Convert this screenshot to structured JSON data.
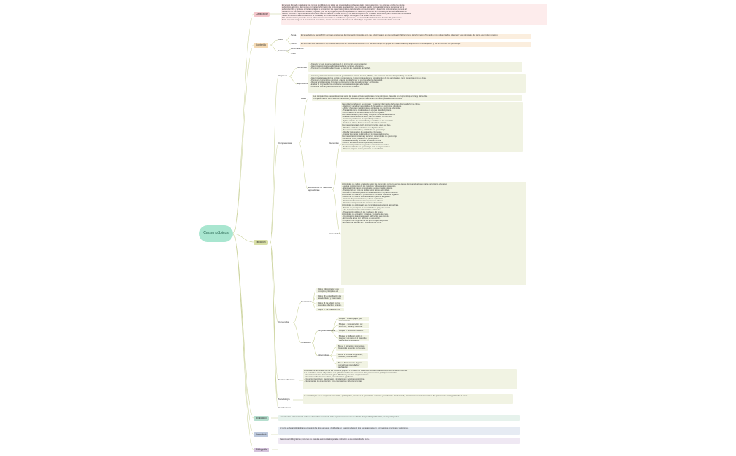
{
  "root": {
    "label": "Cursos públicos"
  },
  "colors": {
    "justificacion": "#f4c7cc",
    "contenido": "#f4d9b3",
    "titulacion": "#d8dfa6",
    "evaluacion": "#b6dfcf",
    "calendario": "#bcc8dc",
    "bibliografia": "#d4c3dc",
    "link": "#cfd6a3"
  },
  "branches": {
    "justificacion": {
      "label": "Justificación",
      "text": [
        "El acceso ilimitado y gratuito a los grandes de biblioteca de todas las universidades, profesores de los mejores centros y se extiende a todos los niveles",
        "educativos, al mismo tiempo que comparten la formación de profesionales que la utilizan, que mejora el cambio necesario del sistema para optar por la",
        "educación libre y gratuita. Entre las ventajas se encuentran los aspectos cognitivos, relacionados con su formación y desarrollo profesional, en paralelo al",
        "desarrollo de competencias sociales y digitales, por ello el programa prevé la capacitación de docentes y alumnos en metodologías activas basadas en el",
        "diseño, creación e implementación de cursos abiertos masivos en línea (MOOC) y se diseñaron planes de formación específicos para conocer las necesidades",
        "reales de la comunidad educativa en la actualidad, en la que cuentan con el apoyo tecnológico en la gestión de los MOOC.",
        "Por ello, los cursos pretenden ser un referente en la formación de estudiantes y profesores, en el desarrollo de la actividad docente del profesorado.",
        "Esta propuesta surge de la necesidad de actualizar y contar con recursos educativos de calidad que respondan a las necesidades de la sociedad."
      ]
    },
    "contenido": {
      "label": "Contenido",
      "datos": {
        "label": "Datos",
        "items": [
          {
            "label": "Tema",
            "text": "El tema del curso será MOOC centrado en sistemas de información (Aprender en Línea, 2021) basado en una publicación fácil a lo largo de la formación. Tomando como referencia (los, Materias ) y las principales del curso y su implementación."
          },
          {
            "label": "Título",
            "text": "El título del curso será MOOC aprendizaje adaptativo en sistemas de formación libre de aprendizaje (en grupos de Unidad didáctica) adaptaciones a la inteligencia y uso de recursos de aprendizaje."
          }
        ]
      },
      "destinatarios": {
        "label": "Destinatarios"
      },
      "nivel": {
        "label": "Nivel"
      }
    },
    "titulacion": {
      "label": "Titulación",
      "objetivos": {
        "label": "Objetivos",
        "generales": {
          "label": "Generales",
          "text": [
            "- Potenciar el uso de las tecnologías de la información y comunicación.",
            "- Desarrollar competencias digitales mediante recursos educativos.",
            "- Promover la accesibilidad en línea y la creación de contenidos de calidad."
          ]
        },
        "especificos": {
          "label": "Específicos",
          "text": [
            "- Conocer y utilizar las herramientas de gestión de los cursos abiertos, MOOC, y los entornos virtuales de aprendizaje en la red.",
            "- Desarrollar la capacidad de análisis y síntesis para el aprendizaje autónomo y colaborativo de los participantes, tanto presencial como en línea.",
            "- Promover el aprendizaje continuo a través de plataformas y recursos abiertos de calidad.",
            "- Diseñar actividades que fomenten la interacción entre los participantes y el docente.",
            "- Evaluar el progreso de los estudiantes mediante estrategias adecuadas.",
            "- Incorporar buenas prácticas docentes en entornos virtuales."
          ]
        }
      },
      "competencias": {
        "label": "Competencias",
        "base": {
          "label": "Base",
          "text": [
            "Las competencias que se desarrollan serán las que en el curso se planteen como principales, basadas en el aprendizaje a lo largo de la vida.",
            "Competencias de conocimiento, habilidades y actitudes que permitan al alumno desempeñarse en su entorno."
          ]
        },
        "especificos_pd": {
          "label": "Específicas por áreas de aprendizaje",
          "generales": {
            "label": "Generales",
            "text": [
              "Capacidad para buscar, seleccionar y gestionar información de fuentes diversas de forma crítica.",
              "- Identificar y analizar necesidades de formación en contextos educativos.",
              "- Utilizar diferentes metodologías y estrategias de enseñanza adaptadas.",
              "- Trabajar de forma colaborativa en equipos interdisciplinares.",
              "- Comunicarse de forma eficaz en entornos digitales.",
              "Competencia digital para crear y compartir contenidos educativos.",
              "- Manejar herramientas de autor para la creación de recursos.",
              "- Gestionar plataformas de aprendizaje en línea.",
              "- Aplicar criterios de accesibilidad y usabilidad en los materiales.",
              "- Evaluar la calidad de los recursos educativos abiertos.",
              "Competencia para el diseño instruccional de cursos en línea.",
              "- Planificar unidades didácticas con objetivos claros.",
              "- Secuenciar contenidos y actividades de aprendizaje.",
              "- Diseñar instrumentos de evaluación coherentes.",
              "- Integrar elementos multimedia en la propuesta formativa.",
              "Competencia comunicativa y social en comunidades de aprendizaje.",
              "- Dinamizar foros y espacios de participación.",
              "- Moderar debates y fomentar la reflexión crítica.",
              "- Ofrecer retroalimentación oportuna y constructiva.",
              "Competencia para la investigación e innovación educativa.",
              "- Analizar resultados de aprendizaje para la mejora continua.",
              "- Proponer mejoras en los procesos de enseñanza."
            ]
          },
          "actividades": {
            "label": "Actividades",
            "text": [
              "Actividades de análisis y reflexión sobre los contenidos del curso, en las que se plantean situaciones reales del entorno educativo.",
              "- Lectura comprensiva de los materiales y documentos propuestos.",
              "- Elaboración de mapas conceptuales y esquemas de síntesis.",
              "- Participación en foros de debate sobre temas del módulo.",
              "- Resolución de casos prácticos relacionados con la práctica docente.",
              "Actividades de creación y producción de recursos educativos digitales.",
              "- Diseño de un recurso educativo abierto para su asignatura.",
              "- Creación de presentaciones y vídeos explicativos.",
              "- Publicación de materiales en repositorios abiertos.",
              "- Revisión entre pares de los recursos elaborados.",
              "Actividades de colaboración en comunidades virtuales de aprendizaje.",
              "- Trabajo en grupo para el desarrollo de un proyecto común.",
              "- Uso de herramientas colaborativas en la nube.",
              "- Presentación pública de los resultados del grupo.",
              "Actividades de evaluación formativa y sumativa del curso.",
              "- Cuestionarios de autoevaluación al final de cada módulo.",
              "- Entrega de tareas con rúbricas de evaluación.",
              "- Proyecto final integrador de los aprendizajes adquiridos.",
              "- Encuesta de satisfacción y valoración del curso."
            ]
          }
        }
      },
      "contenidos": {
        "label": "Contenidos",
        "evaluacion": {
          "label": "Evaluación",
          "items": [
            "Bloque I. El contexto y los conceptos principales del curso.",
            "Bloque II. La planificación de las actividades y los espacios de aprendizaje.",
            "Bloque III. La edición de los materiales didácticos abiertos.",
            "Bloque IV. La evaluación de los aprendizajes."
          ]
        },
        "unidades": {
          "label": "Unidades",
          "lenguas": {
            "label": "Lengua Castellana",
            "items": [
              "Bloque I. Los lenguajes y la comunicación.",
              "Bloque II. Comunicación oral: escuchar, hablar y conversar.",
              "Bloque III. Educación literaria.",
              "Bloque IV. Reflexión sobre la lengua y sus usos en el marco de la práctica comunicativa."
            ]
          },
          "matematicas": {
            "label": "Matemáticas",
            "items": [
              "Bloque I. Números y operaciones. Contenidos generales de la etapa.",
              "Bloque II. Medida. Magnitudes, medidas y estimaciones."
            ]
          },
          "extra": "Bloque III. Geometría. Figuras geométricas, propiedades y clasificación."
        }
      },
      "tecnica": {
        "label": "Técnica / Técnico",
        "text": [
          "Destinatarios: En la dirección de los cursos se propone la creación de materiales educativos abiertos para la formación docente.",
          "Los materiales estarán disponibles en la plataforma del curso con acceso libre para todos los participantes inscritos.",
          "- Recursos textuales: documentos, guías didácticas y lecturas complementarias.",
          "- Recursos audiovisuales: vídeos, presentaciones y podcasts.",
          "- Recursos interactivos: cuestionarios, simulaciones y actividades prácticas.",
          "- Herramientas de comunicación: foros, mensajería y videoconferencias."
        ]
      },
      "metodologia": {
        "label": "Metodología",
        "text": "La metodología que se empleará será activa y participativa, basada en el aprendizaje autónomo y colaborativo del alumnado, con el acompañamiento continuo del profesorado a lo largo de todo el curso."
      },
      "conclusiones": {
        "label": "Conclusiones"
      }
    },
    "evaluacion": {
      "label": "Evaluación",
      "text": "La evaluación del curso será continua y formativa, atendiendo tanto al proceso como a los resultados de aprendizaje obtenidos por los participantes."
    },
    "calendario": {
      "label": "Calendario",
      "text": "El curso se desarrollará durante un periodo de doce semanas, distribuidas en cuatro módulos de tres semanas cada uno, con sesiones síncronas y asíncronas."
    },
    "bibliografia": {
      "label": "Bibliografía",
      "text": "Referencias bibliográficas y recursos de consulta recomendados para la ampliación de los contenidos del curso."
    }
  }
}
